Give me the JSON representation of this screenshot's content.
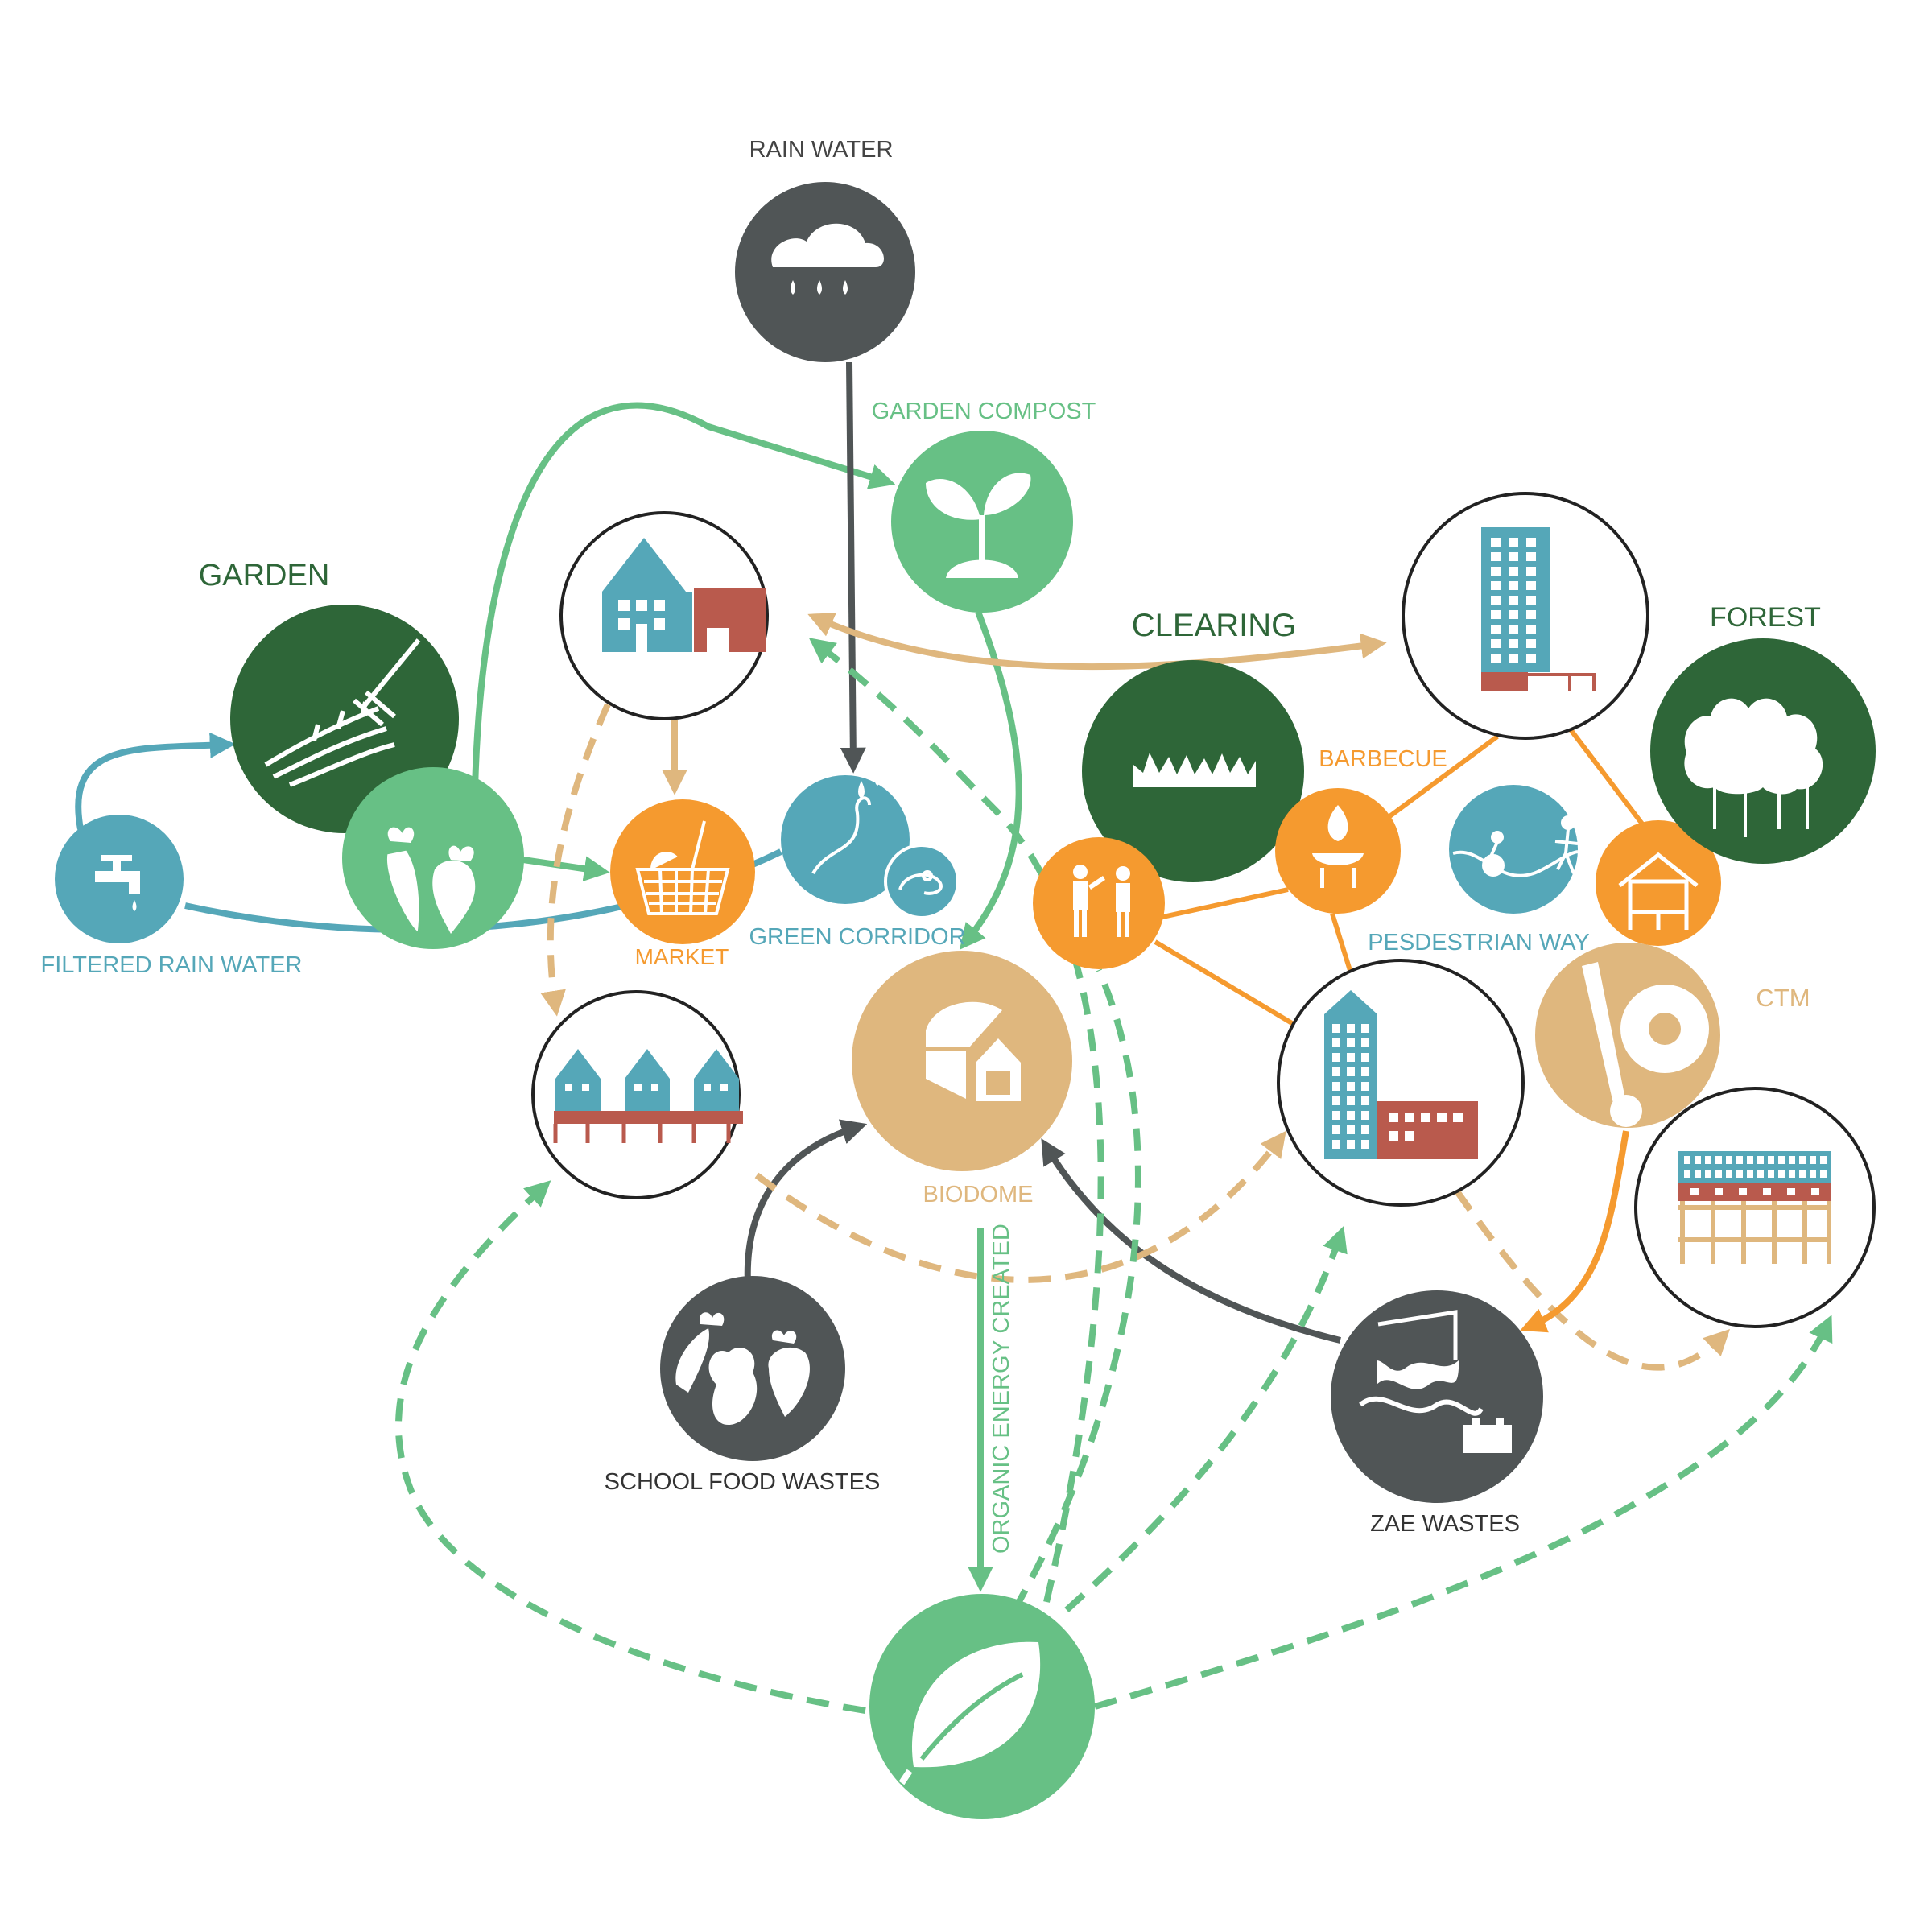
{
  "colors": {
    "dark_green": "#2e6638",
    "light_green": "#67c085",
    "teal": "#55a7b8",
    "orange": "#f59a2f",
    "tan": "#dfb77e",
    "dark_gray": "#505556",
    "brick": "#b95a4d",
    "white": "#ffffff",
    "outline": "#222222"
  },
  "labels": {
    "rain_water": "RAIN WATER",
    "garden_compost": "GARDEN COMPOST",
    "garden": "GARDEN",
    "clearing": "CLEARING",
    "forest": "FOREST",
    "barbecue": "BARBECUE",
    "market": "MARKET",
    "green_corridor": "GREEN CORRIDOR",
    "filtered_rain_water": "FILTERED RAIN WATER",
    "pedestrian_way": "PESDESTRIAN WAY",
    "ctm": "CTM",
    "biodome": "BIODOME",
    "organic_energy": "ORGANIC ENERGY CREATED",
    "school_food_wastes": "SCHOOL FOOD WASTES",
    "zae_wastes": "ZAE WASTES"
  },
  "icons": {
    "rain": "rain-cloud-icon",
    "sprout": "sprout-icon",
    "rake": "rake-field-icon",
    "tap": "water-tap-icon",
    "vegetables": "carrot-beet-icon",
    "basket": "basket-icon",
    "corridor": "water-drop-frog-icon",
    "houses": "house-block-icon",
    "row_houses": "row-houses-icon",
    "grass": "grass-icon",
    "people": "people-icon",
    "fire": "fire-grill-icon",
    "tower": "tower-building-icon",
    "walker": "cyclist-pedestrian-icon",
    "forest": "trees-icon",
    "cabin": "cabin-icon",
    "ctm": "wrench-gear-icon",
    "apartments": "apartment-building-icon",
    "terrace": "terrace-building-icon",
    "biodome": "biodome-icon",
    "food_waste": "food-waste-icon",
    "zae_waste": "industrial-waste-icon",
    "leaf": "leaf-icon"
  }
}
